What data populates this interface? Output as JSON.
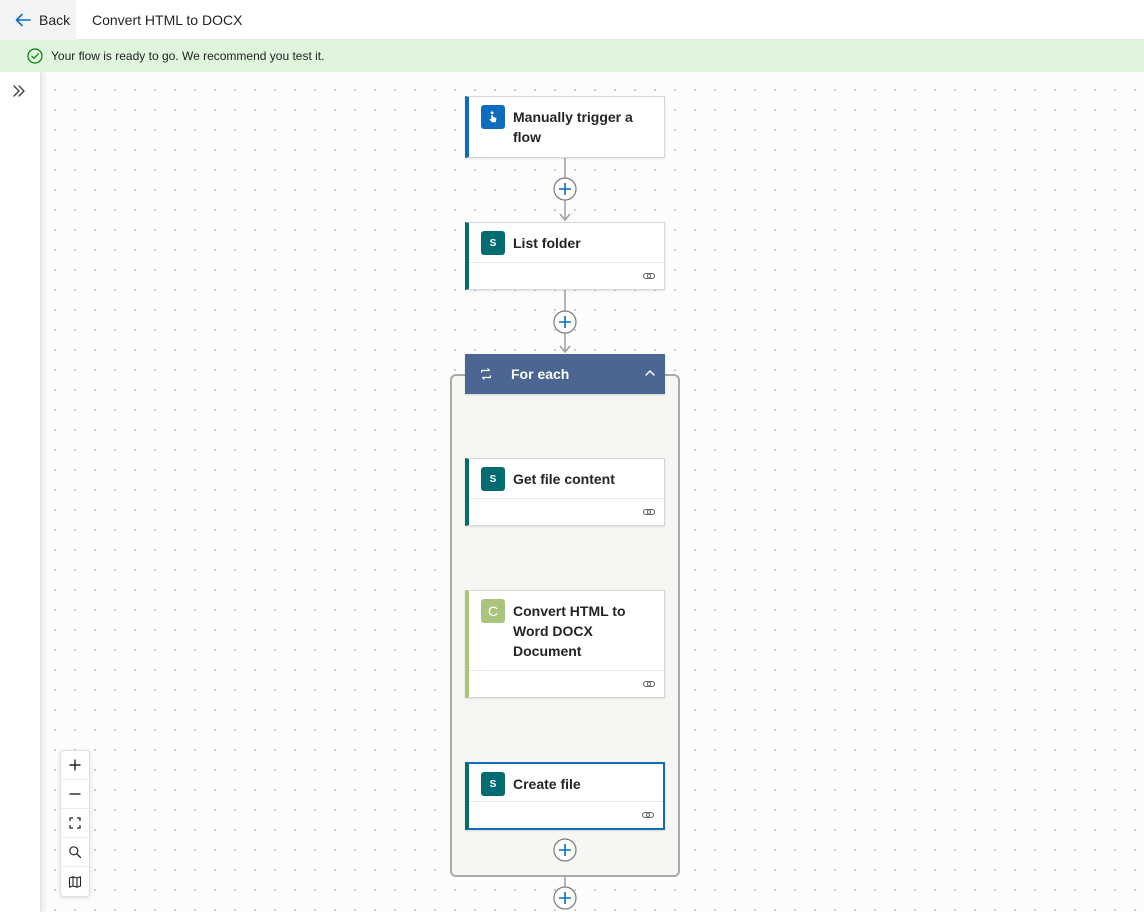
{
  "header": {
    "back_label": "Back",
    "flow_title": "Convert HTML to DOCX"
  },
  "banner": {
    "message": "Your flow is ready to go. We recommend you test it."
  },
  "flow": {
    "trigger": {
      "title_line1": "Manually trigger a",
      "title_line2": "flow"
    },
    "list_folder": {
      "title": "List folder"
    },
    "foreach": {
      "title": "For each"
    },
    "get_file_content": {
      "title": "Get file content"
    },
    "convert": {
      "title_line1": "Convert HTML to",
      "title_line2": "Word DOCX",
      "title_line3": "Document",
      "icon_letter": "C"
    },
    "create_file": {
      "title": "Create file"
    },
    "sharepoint_icon_text": "S"
  },
  "colors": {
    "trigger_accent": "#0f6cbd",
    "sharepoint_accent": "#036c70",
    "convert_accent": "#a8c47d",
    "foreach_header": "#4a6691",
    "banner_bg": "#dff6dd",
    "success_icon": "#107c10"
  },
  "icons": {
    "back": "arrow-left-icon",
    "banner": "check-circle-icon",
    "rail": "double-chevron-right-icon",
    "add": "plus-circle-icon",
    "link": "link-icon",
    "loop": "loop-icon",
    "collapse": "chevron-up-icon",
    "zoom_in": "plus-icon",
    "zoom_out": "minus-icon",
    "fit": "fit-view-icon",
    "search": "search-icon",
    "minimap": "map-icon"
  }
}
